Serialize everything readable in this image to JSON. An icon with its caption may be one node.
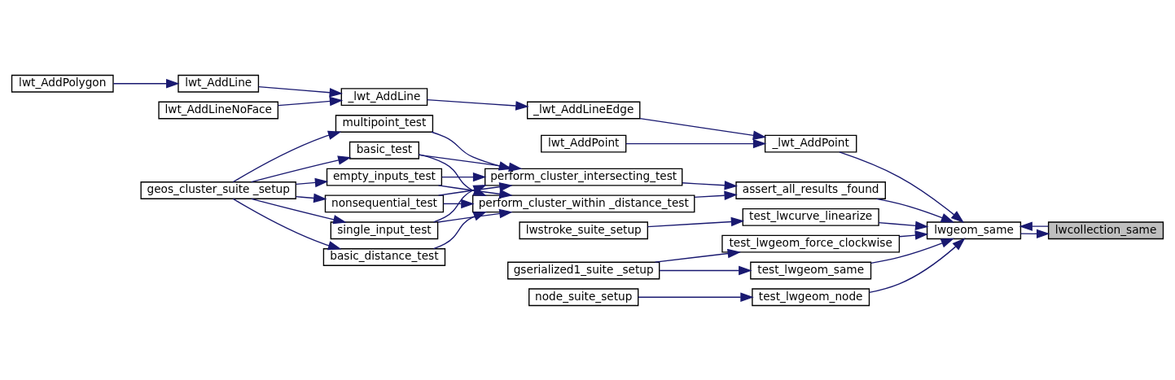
{
  "diagram": {
    "nodes": [
      {
        "text": [
          "lwcollection_same"
        ]
      },
      {
        "text": [
          "lwgeom_same"
        ]
      },
      {
        "text": [
          "_lwt_AddPoint"
        ]
      },
      {
        "text": [
          "assert_all_results _found"
        ]
      },
      {
        "text": [
          "test_lwcurve_linearize"
        ]
      },
      {
        "text": [
          "test_lwgeom_force_clockwise"
        ]
      },
      {
        "text": [
          "test_lwgeom_same"
        ]
      },
      {
        "text": [
          "test_lwgeom_node"
        ]
      },
      {
        "text": [
          "lwt_AddPoint"
        ]
      },
      {
        "text": [
          "_lwt_AddLineEdge"
        ]
      },
      {
        "text": [
          "perform_cluster_intersecting_test"
        ]
      },
      {
        "text": [
          "perform_cluster_within _distance_test"
        ]
      },
      {
        "text": [
          "lwstroke_suite_setup"
        ]
      },
      {
        "text": [
          "gserialized1_suite _setup"
        ]
      },
      {
        "text": [
          "node_suite_setup"
        ]
      },
      {
        "text": [
          "_lwt_AddLine"
        ]
      },
      {
        "text": [
          "multipoint_test"
        ]
      },
      {
        "text": [
          "basic_test"
        ]
      },
      {
        "text": [
          "empty_inputs_test"
        ]
      },
      {
        "text": [
          "nonsequential_test"
        ]
      },
      {
        "text": [
          "single_input_test"
        ]
      },
      {
        "text": [
          "basic_distance_test"
        ]
      },
      {
        "text": [
          "lwt_AddLineNoFace"
        ]
      },
      {
        "text": [
          "lwt_AddLine"
        ]
      },
      {
        "text": [
          "geos_cluster_suite _setup"
        ]
      },
      {
        "text": [
          "lwt_AddPolygon"
        ]
      }
    ],
    "edges": [
      {
        "from": 1,
        "to": 0,
        "arrow": "to"
      },
      {
        "from": 0,
        "to": 1,
        "arrow": "to"
      },
      {
        "from": 2,
        "to": 1,
        "arrow": "to"
      },
      {
        "from": 3,
        "to": 1,
        "arrow": "to"
      },
      {
        "from": 4,
        "to": 1,
        "arrow": "to"
      },
      {
        "from": 5,
        "to": 1,
        "arrow": "to"
      },
      {
        "from": 6,
        "to": 1,
        "arrow": "to"
      },
      {
        "from": 7,
        "to": 1,
        "arrow": "to"
      },
      {
        "from": 8,
        "to": 2,
        "arrow": "to"
      },
      {
        "from": 9,
        "to": 2,
        "arrow": "to"
      },
      {
        "from": 10,
        "to": 3,
        "arrow": "to"
      },
      {
        "from": 11,
        "to": 3,
        "arrow": "to"
      },
      {
        "from": 12,
        "to": 4,
        "arrow": "to"
      },
      {
        "from": 13,
        "to": 5,
        "arrow": "to"
      },
      {
        "from": 13,
        "to": 6,
        "arrow": "to"
      },
      {
        "from": 14,
        "to": 7,
        "arrow": "to"
      },
      {
        "from": 15,
        "to": 9,
        "arrow": "to"
      },
      {
        "from": 16,
        "to": 10,
        "arrow": "to"
      },
      {
        "from": 17,
        "to": 10,
        "arrow": "to"
      },
      {
        "from": 17,
        "to": 11,
        "arrow": "to"
      },
      {
        "from": 18,
        "to": 10,
        "arrow": "to"
      },
      {
        "from": 18,
        "to": 11,
        "arrow": "to"
      },
      {
        "from": 19,
        "to": 10,
        "arrow": "to"
      },
      {
        "from": 19,
        "to": 11,
        "arrow": "to"
      },
      {
        "from": 20,
        "to": 10,
        "arrow": "to"
      },
      {
        "from": 20,
        "to": 11,
        "arrow": "to"
      },
      {
        "from": 21,
        "to": 11,
        "arrow": "to"
      },
      {
        "from": 22,
        "to": 15,
        "arrow": "to"
      },
      {
        "from": 23,
        "to": 15,
        "arrow": "to"
      },
      {
        "from": 24,
        "to": 16,
        "arrow": "to"
      },
      {
        "from": 24,
        "to": 17,
        "arrow": "to"
      },
      {
        "from": 24,
        "to": 18,
        "arrow": "to"
      },
      {
        "from": 24,
        "to": 19,
        "arrow": "to"
      },
      {
        "from": 24,
        "to": 20,
        "arrow": "to"
      },
      {
        "from": 24,
        "to": 21,
        "arrow": "to"
      },
      {
        "from": 25,
        "to": 23,
        "arrow": "to"
      }
    ]
  }
}
